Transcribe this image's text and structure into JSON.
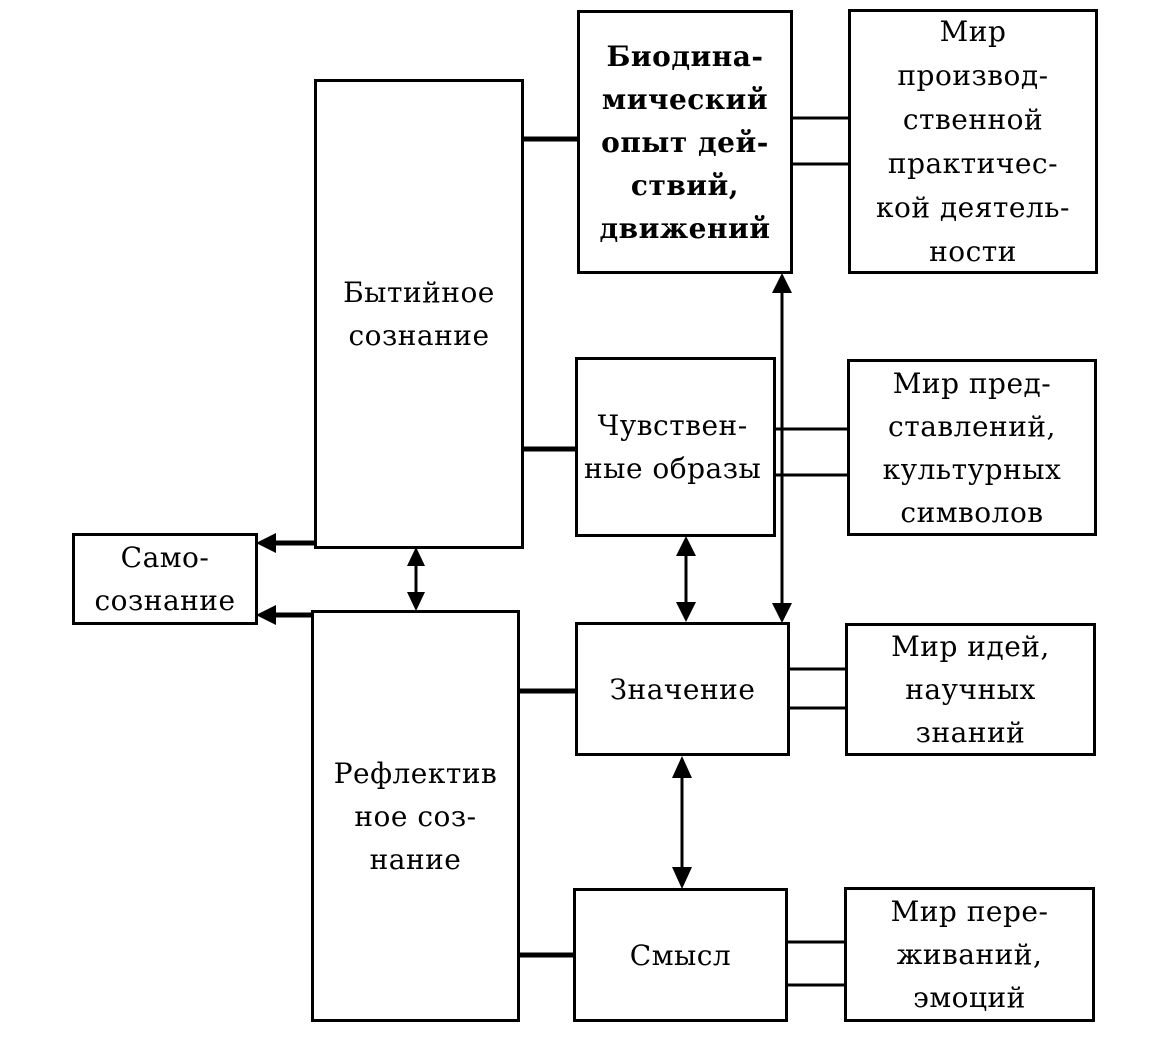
{
  "boxes": {
    "self_consciousness": "Само-\nсознание",
    "existential_consciousness": "Бытийное\nсознание",
    "reflective_consciousness": "Рефлектив\nное соз-\nнание",
    "biodynamic_experience": "Биодина-\nмический\nопыт дей-\nствий,\nдвижений",
    "sensory_images": "Чувствен-\nные образы",
    "meaning": "Значение",
    "sense": "Смысл",
    "world_production": "Мир\nпроизвод-\nственной\nпрактичес-\nкой деятель-\nности",
    "world_representations": "Мир пред-\nставлений,\nкультурных\nсимволов",
    "world_ideas": "Мир идей,\nнаучных\nзнаний",
    "world_experiences": "Мир пере-\nживаний,\nэмоций"
  },
  "colors": {
    "line": "#000000",
    "background": "#ffffff"
  }
}
